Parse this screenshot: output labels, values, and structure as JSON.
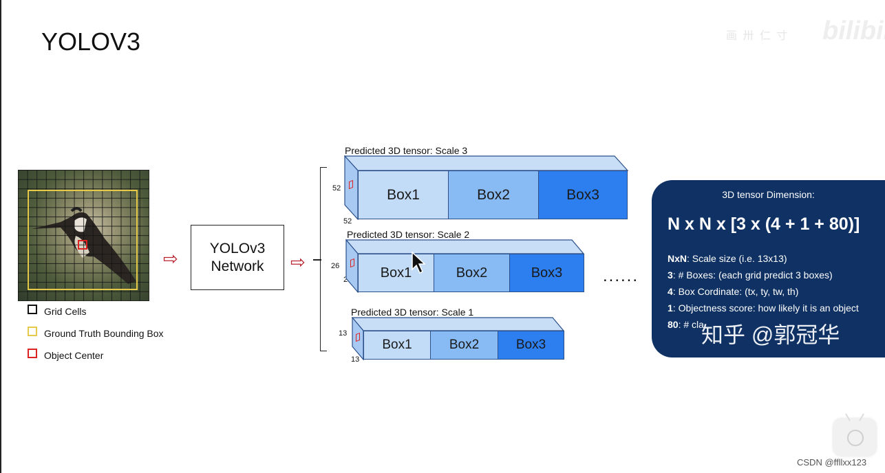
{
  "slide": {
    "title": "YOLOV3"
  },
  "legend": {
    "items": [
      {
        "label": "Grid Cells",
        "color": "#111111"
      },
      {
        "label": "Ground Truth Bounding Box",
        "color": "#e7c94a"
      },
      {
        "label": "Object Center",
        "color": "#d22222"
      }
    ]
  },
  "network": {
    "label": "YOLOv3\nNetwork"
  },
  "arrow_glyph": "⇨",
  "tensors": [
    {
      "title": "Predicted 3D tensor: Scale 3",
      "dim_side": "52",
      "dim_bottom": "52",
      "boxes": [
        "Box1",
        "Box2",
        "Box3"
      ]
    },
    {
      "title": "Predicted 3D tensor: Scale 2",
      "dim_side": "26",
      "dim_bottom": "2",
      "boxes": [
        "Box1",
        "Box2",
        "Box3"
      ]
    },
    {
      "title": "Predicted 3D tensor: Scale 1",
      "dim_side": "13",
      "dim_bottom": "13",
      "boxes": [
        "Box1",
        "Box2",
        "Box3"
      ]
    }
  ],
  "ellipsis": "......",
  "panel": {
    "title": "3D tensor Dimension:",
    "formula": "N x N x [3 x (4 + 1 + 80)]",
    "lines": [
      {
        "key": "NxN",
        "text": ": Scale size (i.e. 13x13)"
      },
      {
        "key": "3",
        "text": ": # Boxes: (each grid predict 3 boxes)"
      },
      {
        "key": "4",
        "text": ": Box Cordinate: (tx, ty, tw, th)"
      },
      {
        "key": "1",
        "text": ": Objectness score: how likely it is an object"
      },
      {
        "key": "80",
        "text": ": # cla"
      }
    ],
    "watermark": "知乎 @郭冠华"
  },
  "watermarks": {
    "top_right_text": "画 卅 仁 寸",
    "logo": "bilibili",
    "csdn": "CSDN @ffllxx123"
  },
  "colors": {
    "panel_bg": "#0f3163",
    "arrow": "#b8232f",
    "box1": "#c2dcf8",
    "box2": "#88baf3",
    "box3": "#2d7ff0"
  }
}
